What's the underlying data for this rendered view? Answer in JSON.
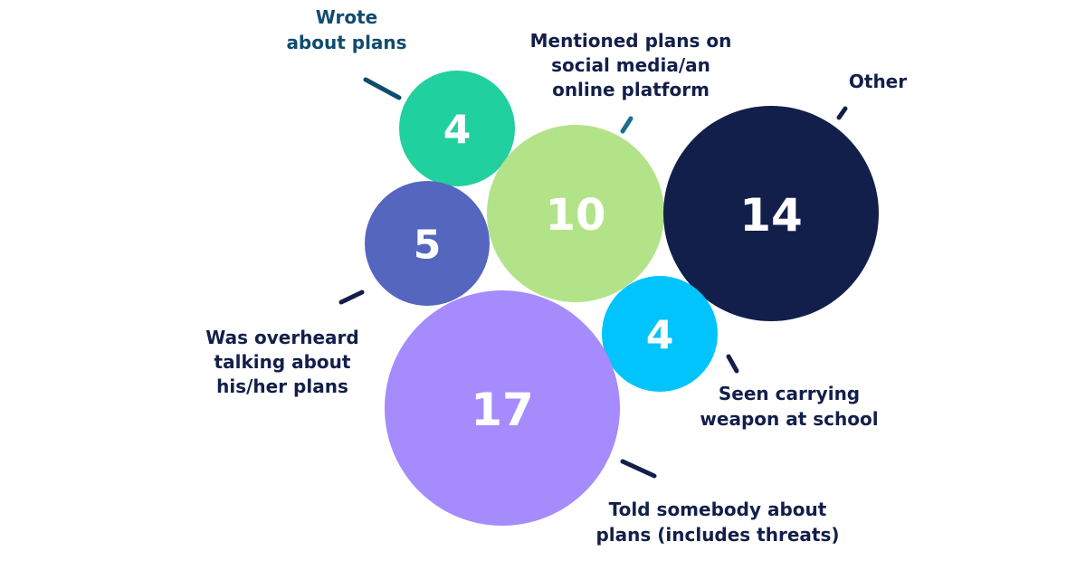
{
  "chart_data": {
    "type": "bubble",
    "title": "",
    "legend": "none",
    "series": [
      {
        "name": "Wrote about plans",
        "label_lines": [
          "Wrote",
          "about plans"
        ],
        "value": 4,
        "color": "#20d09e",
        "label_color": "#0f4c6e",
        "leader_color": "#0f4c6e"
      },
      {
        "name": "Mentioned plans on social media/an online platform",
        "label_lines": [
          "Mentioned plans on",
          "social media/an",
          "online platform"
        ],
        "value": 10,
        "color": "#b3e389",
        "label_color": "#121f4a",
        "leader_color": "#19708e"
      },
      {
        "name": "Other",
        "label_lines": [
          "Other"
        ],
        "value": 14,
        "color": "#121f4a",
        "label_color": "#121f4a",
        "leader_color": "#121f4a"
      },
      {
        "name": "Was overheard talking about his/her plans",
        "label_lines": [
          "Was overheard",
          "talking about",
          "his/her plans"
        ],
        "value": 5,
        "color": "#5566be",
        "label_color": "#121f4a",
        "leader_color": "#121f4a"
      },
      {
        "name": "Seen carrying weapon at school",
        "label_lines": [
          "Seen carrying",
          "weapon at school"
        ],
        "value": 4,
        "color": "#00c4fb",
        "label_color": "#121f4a",
        "leader_color": "#121f4a"
      },
      {
        "name": "Told somebody about plans (includes threats)",
        "label_lines": [
          "Told somebody about",
          "plans (includes threats)"
        ],
        "value": 17,
        "color": "#a68bfd",
        "label_color": "#121f4a",
        "leader_color": "#121f4a"
      }
    ]
  }
}
